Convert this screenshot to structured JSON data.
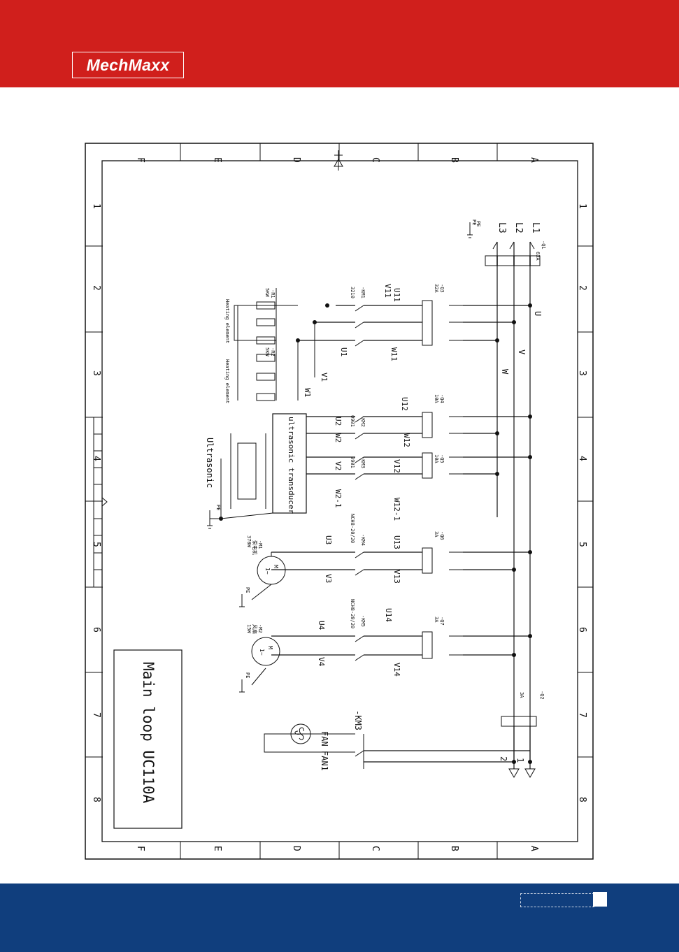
{
  "brand": {
    "logo_text": "MechMaxx"
  },
  "diagram": {
    "title": "Main loop UC110A",
    "row_labels": [
      "A",
      "B",
      "C",
      "D",
      "E",
      "F"
    ],
    "column_labels": [
      "1",
      "2",
      "3",
      "4",
      "5",
      "6",
      "7",
      "8"
    ],
    "supply": {
      "lines": [
        "L1",
        "L2",
        "L3"
      ],
      "pe": "PE",
      "main_breaker": "-Q1",
      "main_rating": "63A"
    },
    "buses": [
      "U",
      "V",
      "W"
    ],
    "breakers": [
      {
        "id": "-Q3",
        "rating": "32A"
      },
      {
        "id": "-Q4",
        "rating": "10A"
      },
      {
        "id": "-Q5",
        "rating": "10A"
      },
      {
        "id": "-Q6",
        "rating": "3A"
      },
      {
        "id": "-Q7",
        "rating": "3A"
      },
      {
        "id": "-Q2",
        "rating": "3A"
      }
    ],
    "contactors": [
      {
        "id": "-KM1",
        "model": "3210"
      },
      {
        "id": "-KM2",
        "model": "0901"
      },
      {
        "id": "-KM3",
        "model": "0901"
      },
      {
        "id": "-KM4",
        "model": "NCH8-20/20"
      },
      {
        "id": "-KM5",
        "model": "NCH8-20/20"
      }
    ],
    "heaters": [
      {
        "id": "-R1",
        "rating": "5KW",
        "label": "Heating element"
      },
      {
        "id": "-R2",
        "rating": "5KW",
        "label": "Heating element"
      }
    ],
    "motors": [
      {
        "id": "-M1",
        "type": "泵电机",
        "power": "370W",
        "symbol": "M",
        "phase": "1~"
      },
      {
        "id": "-M2",
        "type": "风扇",
        "power": "15W",
        "symbol": "M",
        "phase": "1~"
      }
    ],
    "transducer": {
      "label": "ultrasonic transducer",
      "ultrasonic_label": "Ultrasonic",
      "pe": "PE"
    },
    "fan": {
      "contactor": "-KM3",
      "labels": [
        "FAN",
        "FAN1"
      ]
    },
    "outputs": [
      "1",
      "2"
    ],
    "wire_labels": {
      "heater": [
        "U11",
        "V11",
        "W11",
        "U1",
        "V1",
        "W1"
      ],
      "transducer": [
        "U12",
        "W12",
        "V12",
        "W12-1",
        "U2",
        "W2",
        "V2",
        "W2-1"
      ],
      "pump": [
        "U13",
        "V13",
        "U3",
        "V3"
      ],
      "fan_motor": [
        "U14",
        "V14",
        "U4",
        "V4"
      ]
    },
    "ground_labels": [
      "PE",
      "PE",
      "PE"
    ]
  },
  "colors": {
    "header": "#d01f1c",
    "footer": "#103e7d",
    "line": "#111111"
  }
}
